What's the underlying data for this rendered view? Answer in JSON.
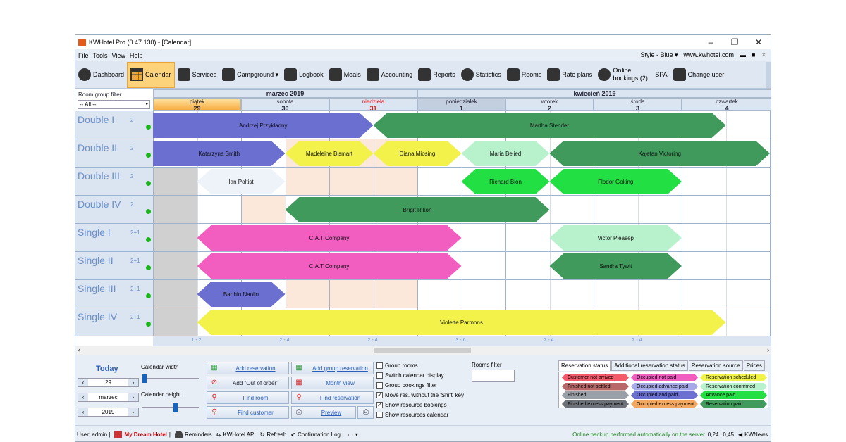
{
  "window": {
    "title": "KWHotel Pro (0.47.130) - [Calendar]",
    "min": "–",
    "max": "❐",
    "close": "✕"
  },
  "menu": {
    "items": [
      "File",
      "Tools",
      "View",
      "Help"
    ],
    "style": "Style - Blue ▾",
    "site": "www.kwhotel.com",
    "min": "▬",
    "restore": "■",
    "close": "✕"
  },
  "toolbar": [
    {
      "id": "dashboard",
      "label": "Dashboard",
      "icon": "speedometer-icon"
    },
    {
      "id": "calendar",
      "label": "Calendar",
      "icon": "calendar-icon",
      "active": true
    },
    {
      "id": "services",
      "label": "Services",
      "icon": "services-icon"
    },
    {
      "id": "campground",
      "label": "Campground ▾",
      "icon": "tree-icon"
    },
    {
      "id": "logbook",
      "label": "Logbook",
      "icon": "book-icon"
    },
    {
      "id": "meals",
      "label": "Meals",
      "icon": "cutlery-icon"
    },
    {
      "id": "accounting",
      "label": "Accounting",
      "icon": "accounting-icon"
    },
    {
      "id": "reports",
      "label": "Reports",
      "icon": "bar-chart-icon"
    },
    {
      "id": "statistics",
      "label": "Statistics",
      "icon": "pie-chart-icon"
    },
    {
      "id": "rooms",
      "label": "Rooms",
      "icon": "bed-icon"
    },
    {
      "id": "rateplans",
      "label": "Rate plans",
      "icon": "coins-icon"
    },
    {
      "id": "online",
      "label": "Online bookings (2)",
      "icon": "cloud-icon"
    },
    {
      "id": "spa",
      "label": "SPA",
      "icon": ""
    },
    {
      "id": "changeuser",
      "label": "Change user",
      "icon": "users-icon"
    }
  ],
  "filter": {
    "label": "Room group filter",
    "value": "-- All --"
  },
  "months": [
    {
      "label": "marzec 2019"
    },
    {
      "label": "kwiecień 2019"
    }
  ],
  "days": [
    {
      "name": "piątek",
      "num": "29"
    },
    {
      "name": "sobota",
      "num": "30"
    },
    {
      "name": "niedziela",
      "num": "31"
    },
    {
      "name": "poniedziałek",
      "num": "1"
    },
    {
      "name": "wtorek",
      "num": "2"
    },
    {
      "name": "środa",
      "num": "3"
    },
    {
      "name": "czwartek",
      "num": "4"
    }
  ],
  "rooms": [
    {
      "name": "Double I",
      "cap": "2"
    },
    {
      "name": "Double II",
      "cap": "2"
    },
    {
      "name": "Double III",
      "cap": "2"
    },
    {
      "name": "Double IV",
      "cap": "2"
    },
    {
      "name": "Single I",
      "cap": "2+1"
    },
    {
      "name": "Single II",
      "cap": "2+1"
    },
    {
      "name": "Single III",
      "cap": "2+1"
    },
    {
      "name": "Single IV",
      "cap": "2+1"
    }
  ],
  "reservations": [
    {
      "guest": "Andrzej Przykładny",
      "room": 0,
      "start": 0,
      "end": 2.5,
      "color": "#6a6fd0"
    },
    {
      "guest": "Martha Stender",
      "room": 0,
      "start": 2.5,
      "end": 6.5,
      "color": "#3f9a5c"
    },
    {
      "guest": "Katarzyna Smith",
      "room": 1,
      "start": 0,
      "end": 1.5,
      "color": "#6a6fd0"
    },
    {
      "guest": "Madeleine Bismart",
      "room": 1,
      "start": 1.5,
      "end": 2.5,
      "color": "#f2f24a"
    },
    {
      "guest": "Diana Miosing",
      "room": 1,
      "start": 2.5,
      "end": 3.5,
      "color": "#f2f24a"
    },
    {
      "guest": "Maria Belied",
      "room": 1,
      "start": 3.5,
      "end": 4.5,
      "color": "#b8f2cc"
    },
    {
      "guest": "Kajetan Victoring",
      "room": 1,
      "start": 4.5,
      "end": 7.0,
      "color": "#3f9a5c"
    },
    {
      "guest": "Ian Poltist",
      "room": 2,
      "start": 0.5,
      "end": 1.5,
      "color": "#eef3fa"
    },
    {
      "guest": "Richard Bion",
      "room": 2,
      "start": 3.5,
      "end": 4.5,
      "color": "#22e044"
    },
    {
      "guest": "Flodor Goking",
      "room": 2,
      "start": 4.5,
      "end": 6.0,
      "color": "#22e044"
    },
    {
      "guest": "Brigit Rikon",
      "room": 3,
      "start": 1.5,
      "end": 4.5,
      "color": "#3f9a5c"
    },
    {
      "guest": "C.A.T Company",
      "room": 4,
      "start": 0.5,
      "end": 3.5,
      "color": "#f25ec0"
    },
    {
      "guest": "Victor Pleasep",
      "room": 4,
      "start": 4.5,
      "end": 6.0,
      "color": "#b8f2cc"
    },
    {
      "guest": "C.A.T Company",
      "room": 5,
      "start": 0.5,
      "end": 3.5,
      "color": "#f25ec0"
    },
    {
      "guest": "Sandra Tywit",
      "room": 5,
      "start": 4.5,
      "end": 6.0,
      "color": "#3f9a5c"
    },
    {
      "guest": "Barthlo Naolin",
      "room": 6,
      "start": 0.5,
      "end": 1.5,
      "color": "#6a6fd0"
    },
    {
      "guest": "Violette Parmons",
      "room": 7,
      "start": 0.5,
      "end": 6.5,
      "color": "#f2f24a"
    }
  ],
  "occupancy": [
    "1 - 2",
    "2 - 4",
    "2 - 4",
    "3 - 6",
    "2 - 4",
    "2 - 4"
  ],
  "bottom": {
    "today": "Today",
    "day": "29",
    "month": "marzec",
    "year": "2019",
    "cal_width": "Calendar width",
    "cal_height": "Calendar height",
    "buttons": {
      "add_res": "Add reservation",
      "add_ooo": "Add \"Out of order\"",
      "find_room": "Find room",
      "find_customer": "Find customer",
      "add_group": "Add group reservation",
      "month_view": "Month view",
      "find_res": "Find reservation",
      "preview": "Preview"
    },
    "checks": [
      {
        "label": "Group rooms",
        "on": false
      },
      {
        "label": "Switch calendar display",
        "on": false
      },
      {
        "label": "Group bookings filter",
        "on": false
      },
      {
        "label": "Move res. without the 'Shift' key",
        "on": true
      },
      {
        "label": "Show resource bookings",
        "on": true
      },
      {
        "label": "Show resources calendar",
        "on": false
      }
    ],
    "rooms_filter": "Rooms filter",
    "tabs": [
      "Reservation status",
      "Additional reservation status",
      "Reservation source",
      "Prices"
    ],
    "legend": [
      {
        "label": "Customer not arrived",
        "color": "#f25a6a"
      },
      {
        "label": "Occupied not paid",
        "color": "#f25ec0"
      },
      {
        "label": "Reservation scheduled",
        "color": "#f2f24a"
      },
      {
        "label": "Finished not settled",
        "color": "#b86868"
      },
      {
        "label": "Occupied advance paid",
        "color": "#a6a8e8"
      },
      {
        "label": "Reservation confirmed",
        "color": "#b8f2cc"
      },
      {
        "label": "Finished",
        "color": "#9aa0a8"
      },
      {
        "label": "Occupied and paid",
        "color": "#6a6fd0"
      },
      {
        "label": "Advance paid",
        "color": "#22e044"
      },
      {
        "label": "Finished excess payment",
        "color": "#6c7078"
      },
      {
        "label": "Occupied excess payment",
        "color": "#f2a860"
      },
      {
        "label": "Reservation paid",
        "color": "#3f9a5c"
      }
    ]
  },
  "status": {
    "user": "User: admin |",
    "hotel": "My Dream Hotel",
    "sep": "|",
    "reminders": "Reminders",
    "api": "KWHotel API",
    "refresh": "Refresh",
    "log": "Confirmation Log |",
    "backup": "Online backup performed automatically on the server",
    "v1": "0,24",
    "v2": "0,45",
    "news": "KWNews"
  }
}
